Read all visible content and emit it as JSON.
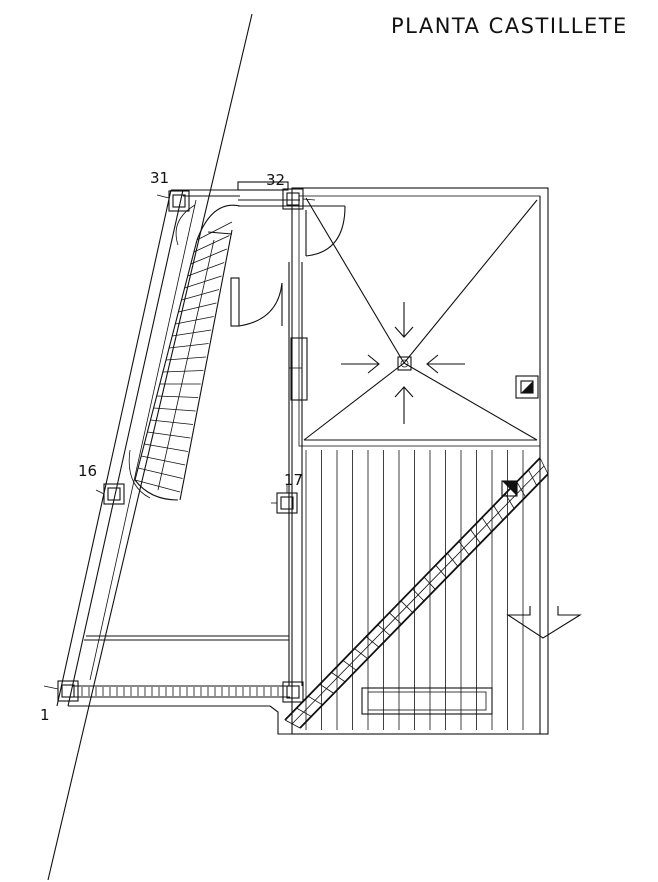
{
  "title": "PLANTA  CASTILLETE",
  "columns": [
    {
      "label": "31"
    },
    {
      "label": "32"
    },
    {
      "label": "16"
    },
    {
      "label": "17"
    },
    {
      "label": "1"
    }
  ]
}
